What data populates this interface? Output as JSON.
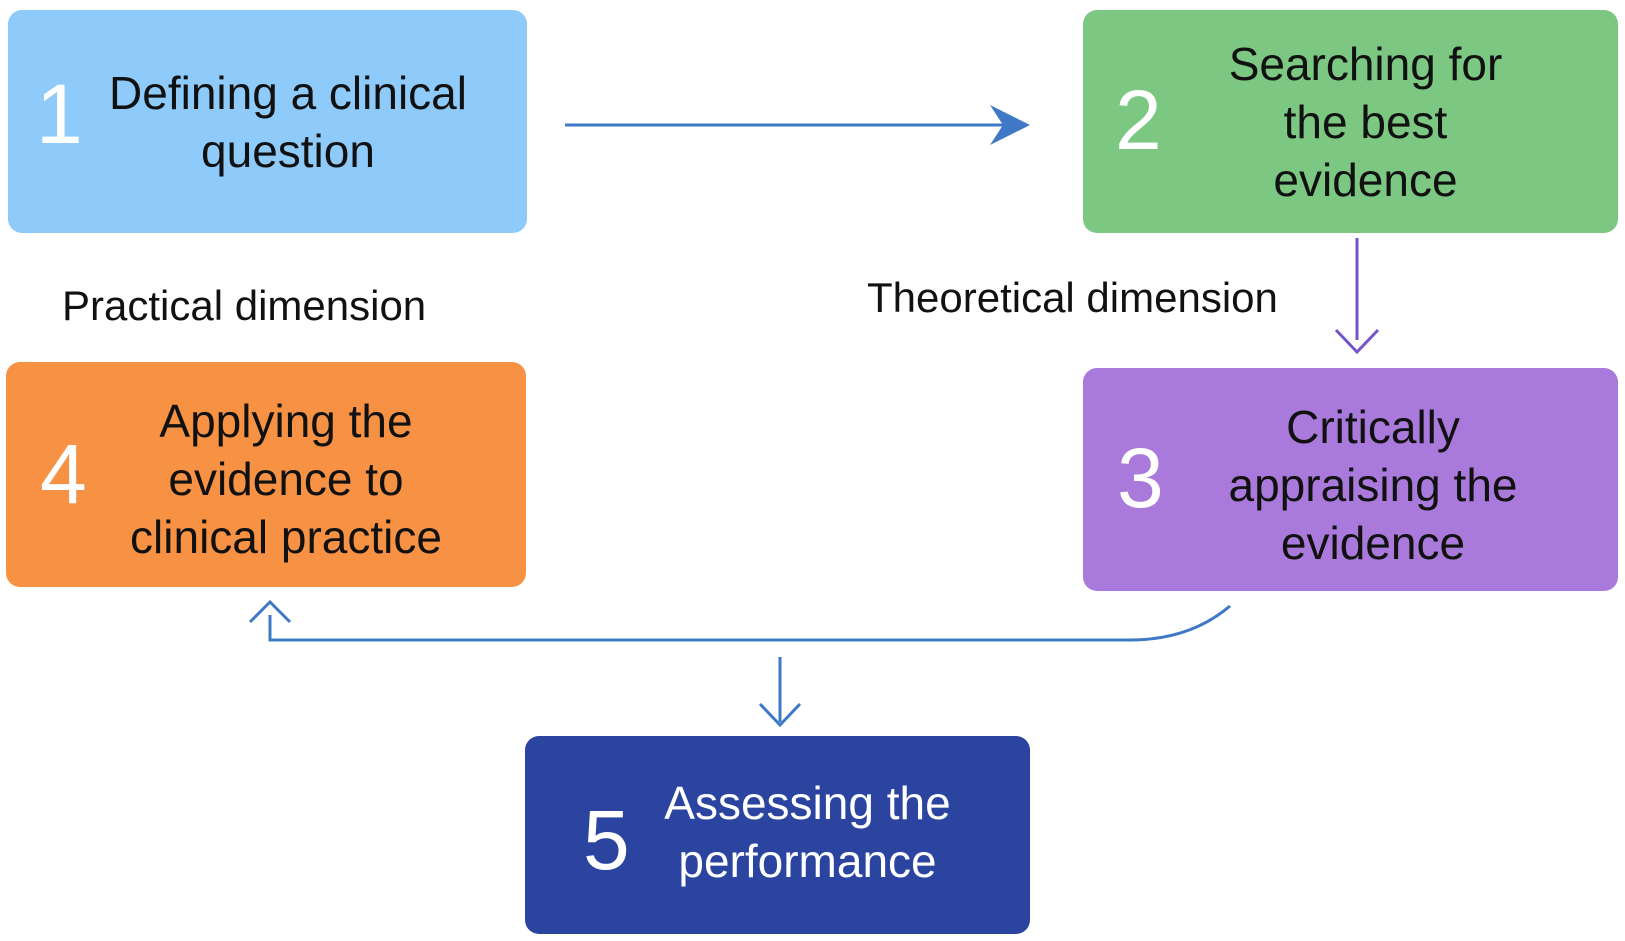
{
  "steps": [
    {
      "number": "1",
      "label": "Defining a clinical\nquestion",
      "color": "#8ecbfb",
      "text_color": "#111111"
    },
    {
      "number": "2",
      "label": "Searching for\nthe best\nevidence",
      "color": "#7cc882",
      "text_color": "#111111"
    },
    {
      "number": "3",
      "label": "Critically\nappraising the\nevidence",
      "color": "#a97adb",
      "text_color": "#111111"
    },
    {
      "number": "4",
      "label": "Applying the\nevidence to\nclinical practice",
      "color": "#f79245",
      "text_color": "#111111"
    },
    {
      "number": "5",
      "label": "Assessing the\nperformance",
      "color": "#2a44a0",
      "text_color": "#ffffff"
    }
  ],
  "dimensions": {
    "practical": "Practical dimension",
    "theoretical": "Theoretical dimension"
  },
  "arrow_colors": {
    "blue": "#3f78c6",
    "purple": "#7554c8"
  }
}
